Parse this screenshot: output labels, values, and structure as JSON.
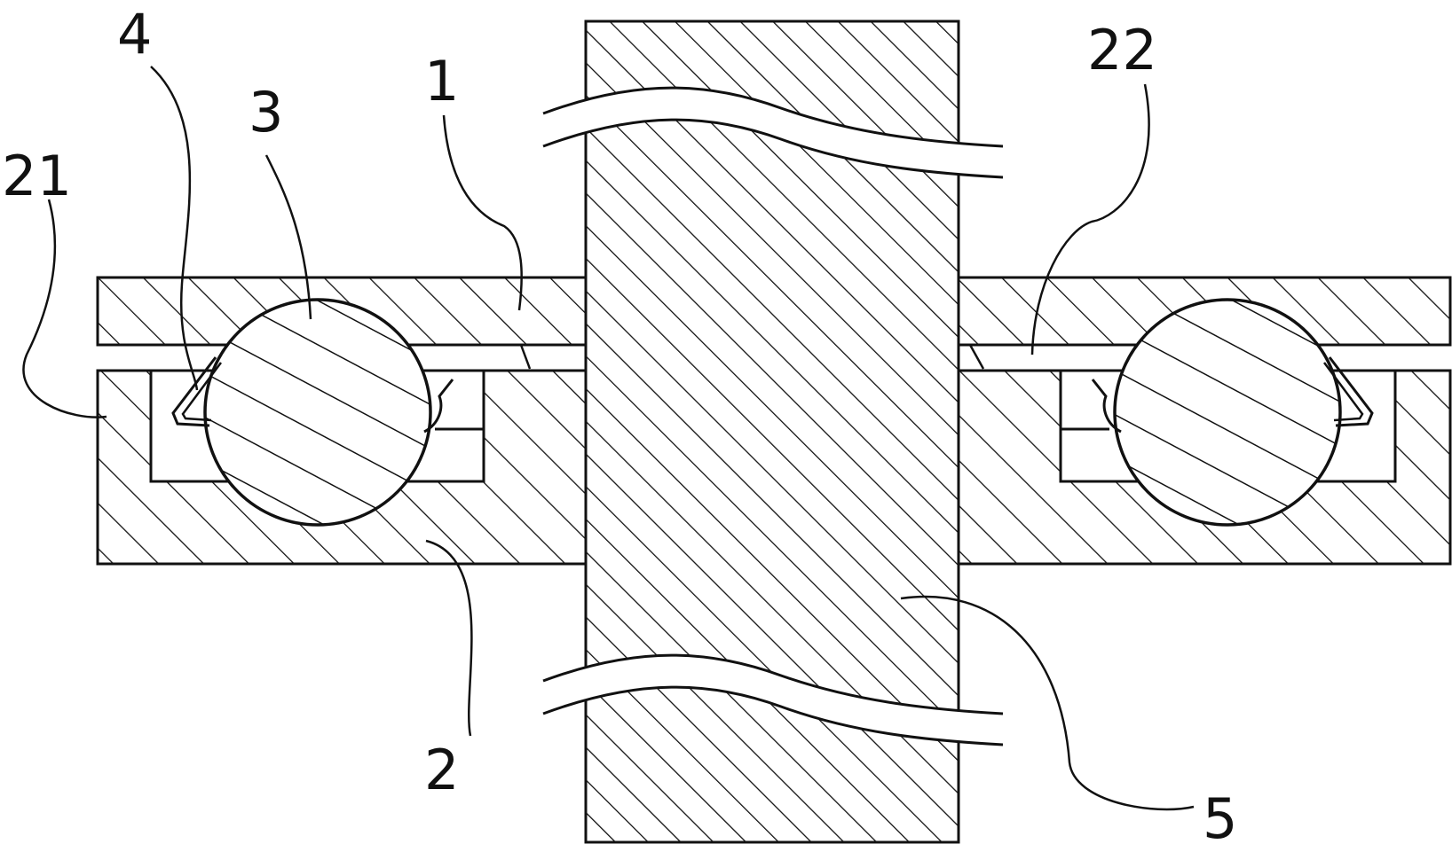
{
  "labels": {
    "l1": "1",
    "l2": "2",
    "l3": "3",
    "l4": "4",
    "l5": "5",
    "l21": "21",
    "l22": "22"
  },
  "colors": {
    "ink": "#111111",
    "paper": "#ffffff"
  }
}
